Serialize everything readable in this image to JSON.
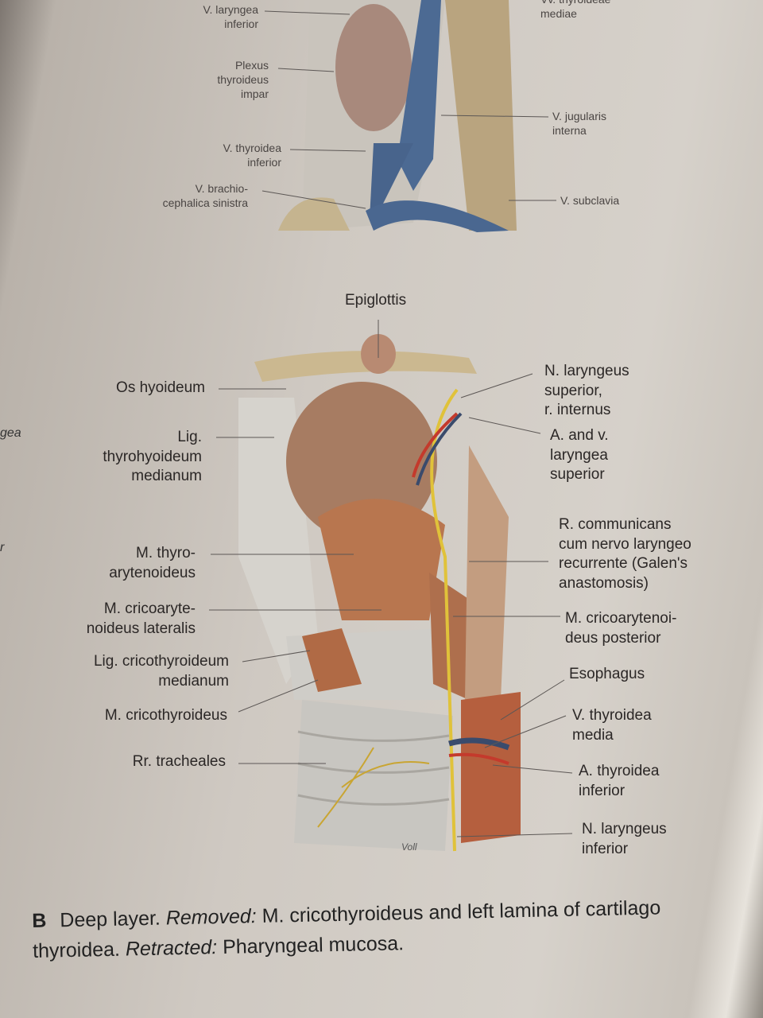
{
  "top_figure": {
    "labels": {
      "v_laryngea_inferior": "V. laryngea\ninferior",
      "vv_thyroideae_mediae": "Vv. thyroideae\nmediae",
      "plexus_thyroideus_impar": "Plexus\nthyroideus\nimpar",
      "v_jugularis_interna": "V. jugularis\ninterna",
      "v_thyroidea_inferior": "V. thyroidea\ninferior",
      "v_brachiocephalica_sinistra": "V. brachio-\ncephalica sinistra",
      "v_subclavia": "V. subclavia"
    }
  },
  "bottom_figure": {
    "labels": {
      "epiglottis": "Epiglottis",
      "os_hyoideum": "Os hyoideum",
      "lig_thyrohyoideum": "Lig.\nthyrohyoideum\nmedianum",
      "n_laryngeus_superior": "N. laryngeus\nsuperior,\nr. internus",
      "a_v_laryngea_superior": "A. and v.\nlaryngea\nsuperior",
      "r_communicans": "R. communicans\ncum nervo laryngeo\nrecurrente (Galen's\nanastomosis)",
      "m_thyroarytenoideus": "M. thyro-\narytenoideus",
      "m_cricoarytenoideus_lateralis": "M. cricoaryte-\nnoideus lateralis",
      "m_cricoarytenoideus_posterior": "M. cricoarytenoi-\ndeus posterior",
      "lig_cricothyroideum": "Lig. cricothyroideum\nmedianum",
      "esophagus": "Esophagus",
      "m_cricothyroideus": "M. cricothyroideus",
      "v_thyroidea_media": "V. thyroidea\nmedia",
      "rr_tracheales": "Rr. tracheales",
      "a_thyroidea_inferior": "A. thyroidea\ninferior",
      "n_laryngeus_inferior": "N. laryngeus\ninferior"
    },
    "signature": "Voll"
  },
  "caption": {
    "letter": "B",
    "text_1": "Deep layer.",
    "removed_label": "Removed:",
    "text_2": "M. cricothyroideus and left lamina of cartilago thyroidea.",
    "retracted_label": "Retracted:",
    "text_3": "Pharyngeal mucosa."
  },
  "margin_fragments": [
    "gea",
    "r"
  ]
}
